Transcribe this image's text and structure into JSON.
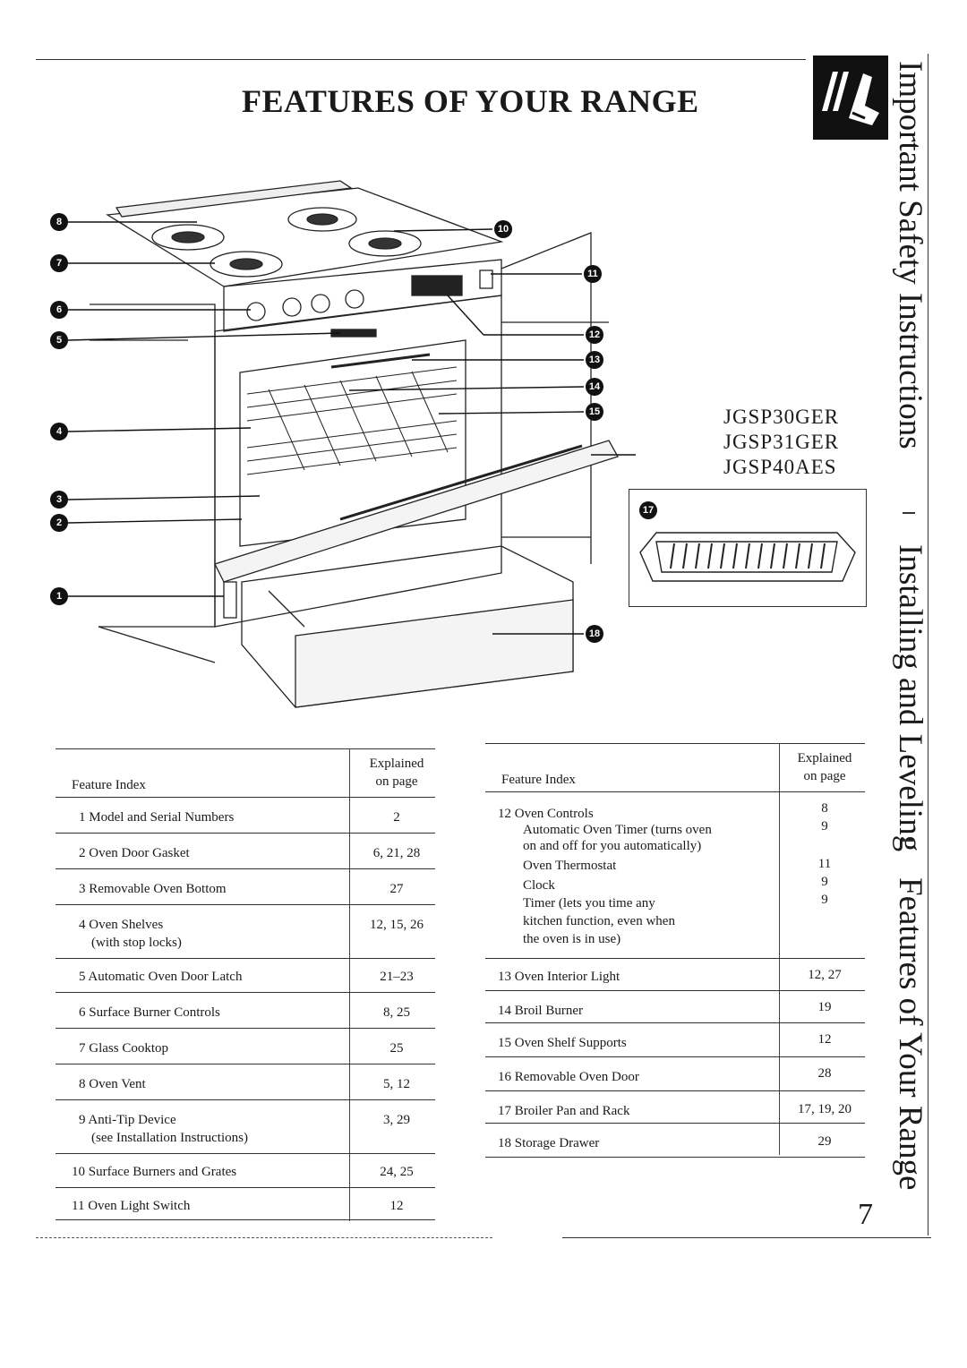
{
  "title": "FEATURES OF YOUR RANGE",
  "page_number": "7",
  "side_tabs": [
    "Important Safety Instructions",
    "Installing and Leveling",
    "Features of Your Range"
  ],
  "models": [
    "JGSP30GER",
    "JGSP31GER",
    "JGSP40AES"
  ],
  "callouts": [
    "1",
    "2",
    "3",
    "4",
    "5",
    "6",
    "7",
    "8",
    "10",
    "11",
    "12",
    "13",
    "14",
    "15",
    "17",
    "18"
  ],
  "left_table": {
    "header_feature": "Feature Index",
    "header_explained": "Explained",
    "header_on_page": "on page",
    "rows": [
      {
        "feature": "1 Model and Serial Numbers",
        "page": "2"
      },
      {
        "feature": "2 Oven Door Gasket",
        "page": "6, 21, 28"
      },
      {
        "feature": "3 Removable Oven Bottom",
        "page": "27"
      },
      {
        "feature": "4 Oven Shelves",
        "sub": "(with stop locks)",
        "page": "12, 15, 26"
      },
      {
        "feature": "5 Automatic Oven Door Latch",
        "page": "21–23"
      },
      {
        "feature": "6 Surface Burner Controls",
        "page": "8, 25"
      },
      {
        "feature": "7 Glass Cooktop",
        "page": "25"
      },
      {
        "feature": "8 Oven Vent",
        "page": "5, 12"
      },
      {
        "feature": "9 Anti-Tip Device",
        "sub": "(see Installation Instructions)",
        "page": "3, 29"
      },
      {
        "feature": "10 Surface Burners and Grates",
        "page": "24, 25"
      },
      {
        "feature": "11 Oven Light Switch",
        "page": "12"
      }
    ]
  },
  "right_table": {
    "header_feature": "Feature Index",
    "header_explained": "Explained",
    "header_on_page": "on page",
    "controls_title": "12 Oven Controls",
    "controls_lines": [
      {
        "text": "Automatic Oven Timer (turns oven",
        "page": "9"
      },
      {
        "text": "on and off for you automatically)",
        "page": ""
      },
      {
        "text": "Oven Thermostat",
        "page": "11"
      },
      {
        "text": "Clock",
        "page": "9"
      },
      {
        "text": "Timer (lets you time any",
        "page": "9"
      },
      {
        "text": "kitchen function, even when",
        "page": ""
      },
      {
        "text": "the oven is in use)",
        "page": ""
      }
    ],
    "controls_page": "8",
    "rows": [
      {
        "feature": "13 Oven Interior Light",
        "page": "12, 27"
      },
      {
        "feature": "14 Broil Burner",
        "page": "19"
      },
      {
        "feature": "15 Oven Shelf Supports",
        "page": "12"
      },
      {
        "feature": "16 Removable Oven Door",
        "page": "28"
      },
      {
        "feature": "17 Broiler Pan and Rack",
        "page": "17, 19, 20"
      },
      {
        "feature": "18 Storage Drawer",
        "page": "29"
      }
    ]
  }
}
